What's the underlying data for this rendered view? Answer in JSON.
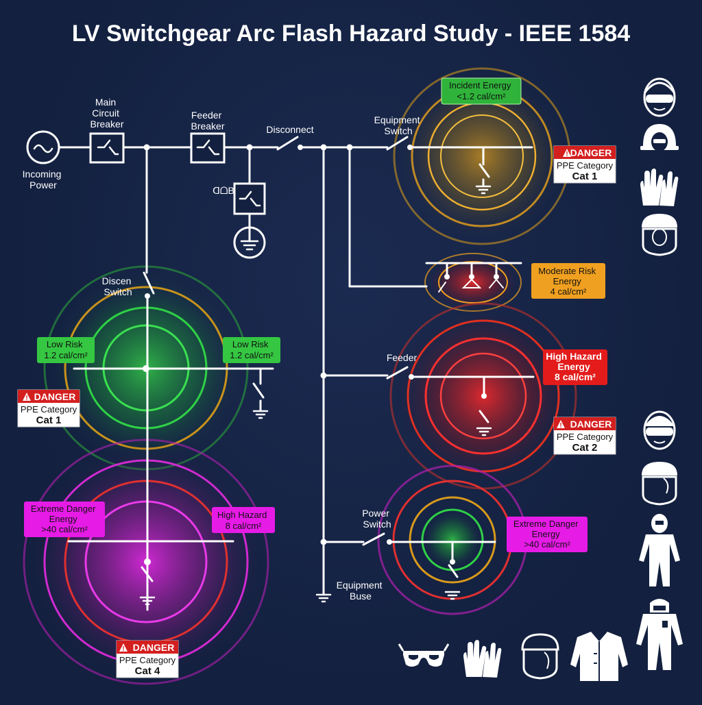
{
  "title": "LV Switchgear Arc Flash Hazard Study - IEEE 1584",
  "colors": {
    "background": "#13203f",
    "line": "#ffffff",
    "low_risk": "#1fc93c",
    "incident": "#3ab93a",
    "moderate": "#f0a020",
    "high": "#e31b1b",
    "extreme": "#e61be6",
    "danger_red": "#d41f1f"
  },
  "one_line": {
    "incoming_power": [
      "Incoming",
      "Power"
    ],
    "main_breaker": [
      "Main",
      "Circuit",
      "Breaker"
    ],
    "feeder_breaker": [
      "Feeder",
      "Breaker"
    ],
    "disconnect": "Disconnect",
    "equipment_switch": [
      "Equipment",
      "Switch"
    ],
    "small_glyphs": "ᗡᗝB",
    "discen_switch": [
      "Discen",
      "Switch"
    ],
    "feeder": "Feeder",
    "power_switch": [
      "Power",
      "Switch"
    ],
    "equipment_buse": [
      "Equipment",
      "Buse"
    ]
  },
  "energy_labels": {
    "incident": [
      "Incident Energy",
      "<1.2 cal/cm²"
    ],
    "moderate": [
      "Moderate Risk",
      "Energy",
      "4 cal/cm²"
    ],
    "low_left": [
      "Low Risk",
      "1.2 cal/cm²"
    ],
    "low_right": [
      "Low Risk",
      "1.2 cal/cm²"
    ],
    "high_right": [
      "High Hazard",
      "Energy",
      "8 cal/cm²"
    ],
    "extreme_left": [
      "Extreme Danger",
      "Energy",
      ">40 cal/cm²"
    ],
    "high_left": [
      "High Hazard",
      "8  cal/cm²"
    ],
    "extreme_right": [
      "Extreme Danger",
      "Energy",
      ">40 cal/cm²"
    ]
  },
  "danger_tags": [
    {
      "danger": "DANGER",
      "line1": "PPE Category",
      "line2": "Cat 1"
    },
    {
      "danger": "DANGER",
      "line1": "PPE Category",
      "line2": "Cat 1"
    },
    {
      "danger": "DANGER",
      "line1": "PPE Category",
      "line2": "Cat 2"
    },
    {
      "danger": "DANGER",
      "line1": "PPE Category",
      "line2": "Cat 4"
    }
  ],
  "ppe_icons": [
    "face-goggles-icon",
    "hard-hat-earmuffs-icon",
    "gloves-icon",
    "face-shield-icon",
    "face-goggles-icon",
    "face-shield-icon",
    "arc-flash-suit-icon",
    "full-arc-suit-icon",
    "safety-glasses-icon",
    "gloves-icon",
    "face-shield-icon",
    "flame-resistant-jacket-icon"
  ]
}
